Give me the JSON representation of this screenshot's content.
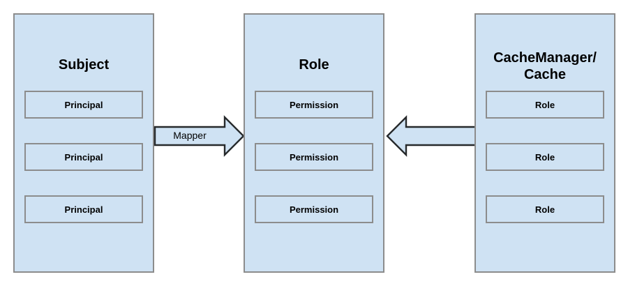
{
  "diagram": {
    "type": "block-diagram",
    "background_color": "#ffffff",
    "fill_color": "#cfe2f3",
    "border_color": "#8c8c8c",
    "arrow_stroke_color": "#26292b",
    "containers": [
      {
        "id": "subject",
        "title": "Subject",
        "items": [
          {
            "label": "Principal"
          },
          {
            "label": "Principal"
          },
          {
            "label": "Principal"
          }
        ]
      },
      {
        "id": "role",
        "title": "Role",
        "items": [
          {
            "label": "Permission"
          },
          {
            "label": "Permission"
          },
          {
            "label": "Permission"
          }
        ]
      },
      {
        "id": "cachemanager",
        "title_line1": "CacheManager/",
        "title_line2": "Cache",
        "items": [
          {
            "label": "Role"
          },
          {
            "label": "Role"
          },
          {
            "label": "Role"
          }
        ]
      }
    ],
    "connectors": [
      {
        "id": "mapper-arrow",
        "label": "Mapper",
        "direction": "right",
        "from": "subject",
        "to": "role"
      },
      {
        "id": "cache-to-role-arrow",
        "label": "",
        "direction": "left",
        "from": "cachemanager",
        "to": "role"
      }
    ]
  }
}
